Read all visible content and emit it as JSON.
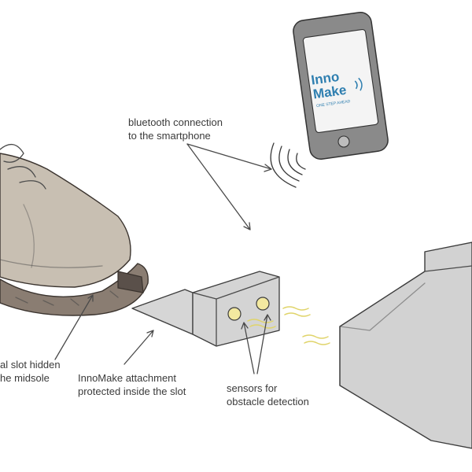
{
  "labels": {
    "bluetooth": [
      "bluetooth connection",
      "to the smartphone"
    ],
    "slot": [
      "al slot hidden",
      "he midsole"
    ],
    "attachment": [
      "InnoMake attachment",
      "protected inside the slot"
    ],
    "sensors": [
      "sensors for",
      "obstacle detection"
    ]
  },
  "phone": {
    "logo_line1": "Inno",
    "logo_line2": "Make",
    "tagline": "ONE STEP AHEAD"
  },
  "colors": {
    "shoe_upper": "#c8bfb2",
    "sole": "#8a7d72",
    "device": "#d4d4d4",
    "stairs": "#d2d2d2",
    "phone_body": "#8a8a8a",
    "screen": "#f4f4f4",
    "logo": "#2f7fb0",
    "sensor": "#f3e9a0",
    "signal": "#e0d46a"
  }
}
